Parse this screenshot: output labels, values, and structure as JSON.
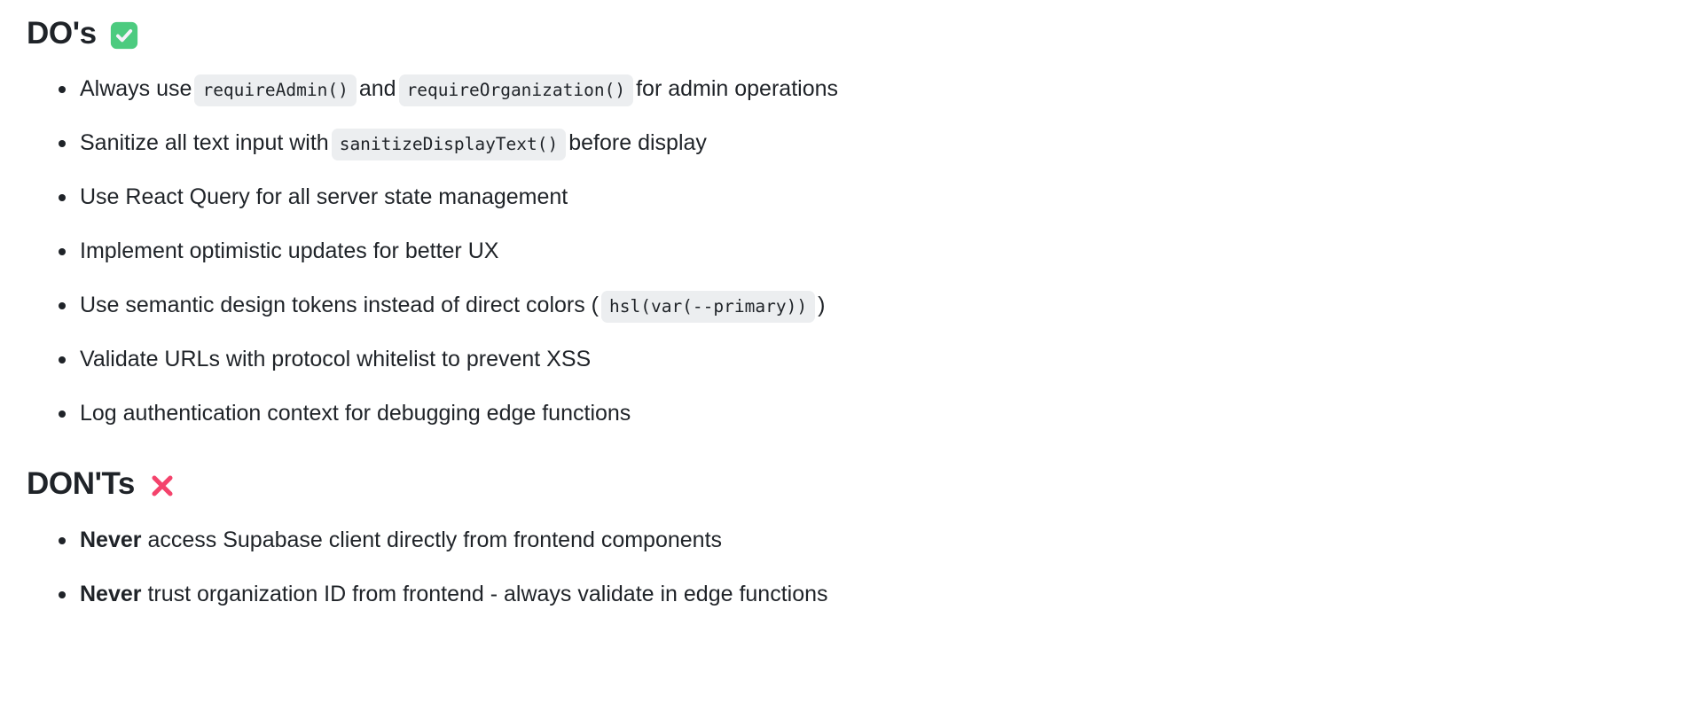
{
  "document": {
    "sections": [
      {
        "id": "dos",
        "heading": "DO's",
        "icon": "white-heavy-check-mark-emoji",
        "icon_color": "#4ccb7f",
        "items": [
          {
            "parts": [
              {
                "type": "text",
                "value": "Always use"
              },
              {
                "type": "code",
                "value": "requireAdmin()"
              },
              {
                "type": "text",
                "value": "and"
              },
              {
                "type": "code",
                "value": "requireOrganization()"
              },
              {
                "type": "text",
                "value": "for admin operations"
              }
            ]
          },
          {
            "parts": [
              {
                "type": "text",
                "value": "Sanitize all text input with"
              },
              {
                "type": "code",
                "value": "sanitizeDisplayText()"
              },
              {
                "type": "text",
                "value": "before display"
              }
            ]
          },
          {
            "parts": [
              {
                "type": "text",
                "value": "Use React Query for all server state management"
              }
            ]
          },
          {
            "parts": [
              {
                "type": "text",
                "value": "Implement optimistic updates for better UX"
              }
            ]
          },
          {
            "parts": [
              {
                "type": "text",
                "value": "Use semantic design tokens instead of direct colors ("
              },
              {
                "type": "code",
                "value": "hsl(var(--primary))"
              },
              {
                "type": "text",
                "value": ")"
              }
            ]
          },
          {
            "parts": [
              {
                "type": "text",
                "value": "Validate URLs with protocol whitelist to prevent XSS"
              }
            ]
          },
          {
            "parts": [
              {
                "type": "text",
                "value": "Log authentication context for debugging edge functions"
              }
            ]
          }
        ]
      },
      {
        "id": "donts",
        "heading": "DON'Ts",
        "icon": "cross-mark-emoji",
        "icon_color": "#f4436c",
        "items": [
          {
            "parts": [
              {
                "type": "bold",
                "value": "Never"
              },
              {
                "type": "text",
                "value": "access Supabase client directly from frontend components"
              }
            ]
          },
          {
            "parts": [
              {
                "type": "bold",
                "value": "Never"
              },
              {
                "type": "text",
                "value": "trust organization ID from frontend - always validate in edge functions"
              }
            ]
          }
        ]
      }
    ]
  }
}
